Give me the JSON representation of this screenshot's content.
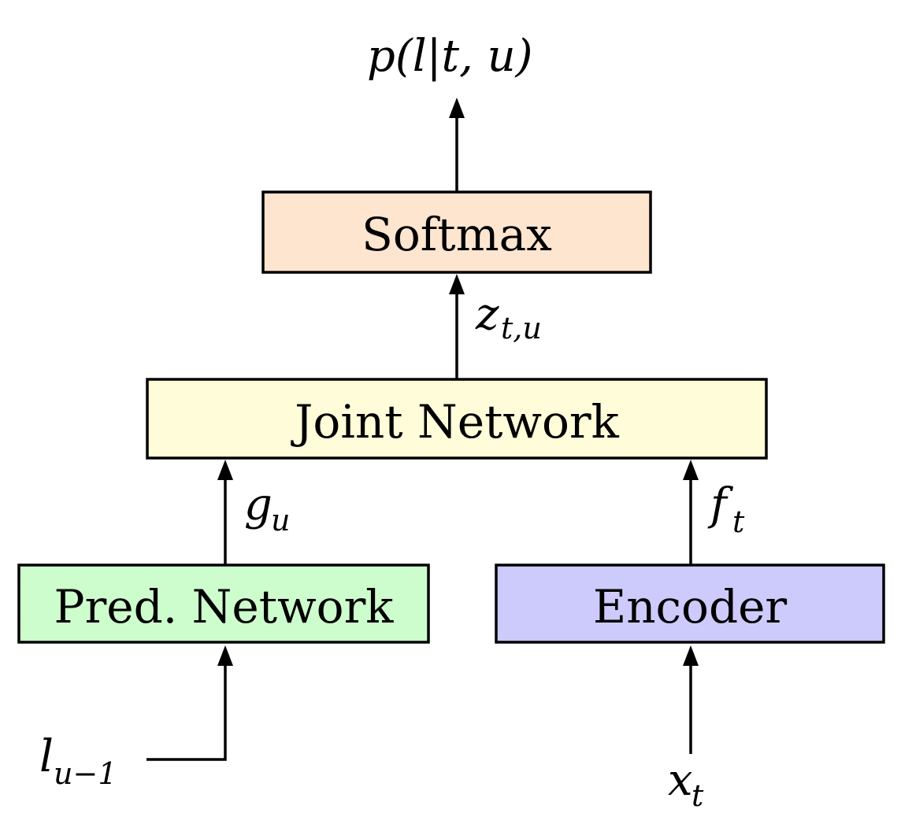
{
  "boxes": {
    "softmax": {
      "label": "Softmax",
      "fill": "#fde5cf"
    },
    "joint": {
      "label": "Joint Network",
      "fill": "#fefcd9"
    },
    "pred": {
      "label": "Pred. Network",
      "fill": "#cdfdcd"
    },
    "encoder": {
      "label": "Encoder",
      "fill": "#cccbfc"
    }
  },
  "labels": {
    "output": {
      "base": "p(l|t, u)"
    },
    "z": {
      "base": "z",
      "sub": "t,u"
    },
    "g": {
      "base": "g",
      "sub": "u"
    },
    "f": {
      "base": "f",
      "sub": "t"
    },
    "l_prev": {
      "base": "l",
      "sub": "u−1"
    },
    "x": {
      "base": "x",
      "sub": "t"
    }
  }
}
